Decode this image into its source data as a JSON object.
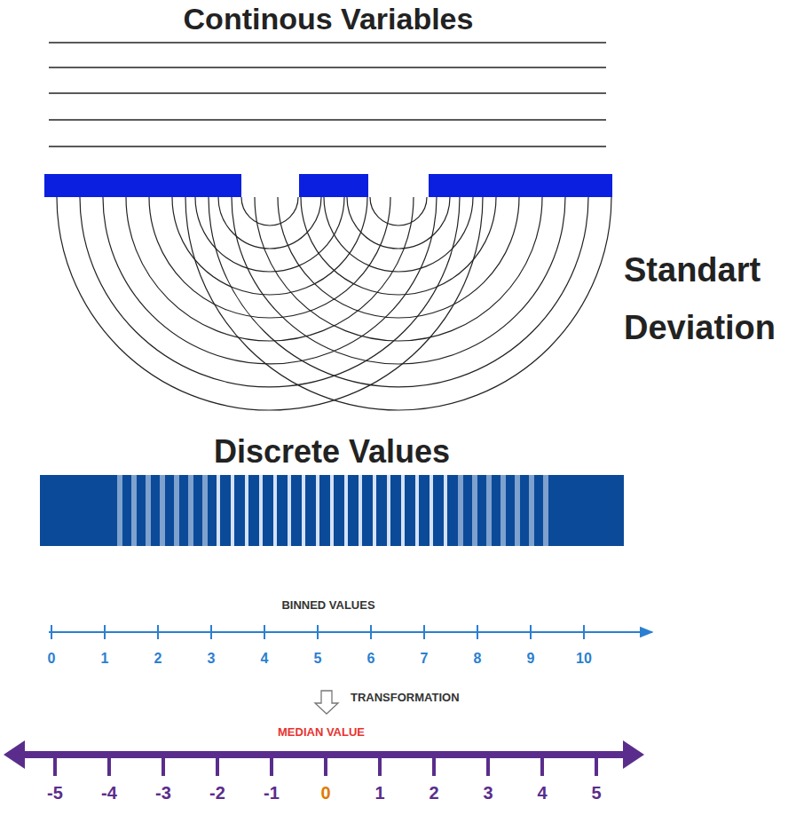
{
  "diagram": {
    "title": "Continous Variables",
    "labels": [
      "Standart Deviation",
      "Discrete Values",
      "BINNED VALUES",
      "0",
      "1",
      "2",
      "3",
      "4",
      "5",
      "6",
      "7",
      "8",
      "9",
      "10",
      "TRANSFORMATION",
      "MEDIAN VALUE",
      "-5",
      "-4",
      "-3",
      "-2",
      "-1",
      "0",
      "1",
      "2",
      "3",
      "4",
      "5"
    ]
  }
}
